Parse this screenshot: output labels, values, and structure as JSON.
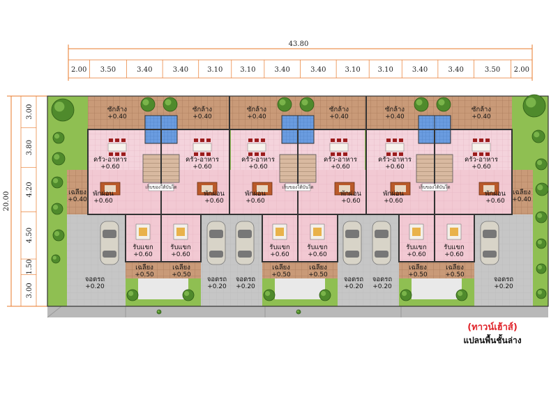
{
  "dimensions": {
    "total_width": "43.80",
    "total_depth": "20.00",
    "horizontal_segments": [
      "2.00",
      "3.50",
      "3.40",
      "3.40",
      "3.10",
      "3.10",
      "3.40",
      "3.40",
      "3.10",
      "3.10",
      "3.40",
      "3.40",
      "3.50",
      "2.00"
    ],
    "vertical_segments": [
      "3.00",
      "3.80",
      "4.20",
      "4.50",
      "1.50",
      "3.00"
    ]
  },
  "rooms": {
    "laundry": {
      "name": "ซักล้าง",
      "level": "+0.40"
    },
    "kitchen_dining": {
      "name": "ครัว-อาหาร",
      "level": "+0.60"
    },
    "living": {
      "name": "พักผ่อน",
      "level": "+0.60"
    },
    "reception": {
      "name": "รับแขก",
      "level": "+0.60"
    },
    "terrace": {
      "name": "เฉลียง",
      "level": "+0.50"
    },
    "side_terrace": {
      "name": "เฉลียง",
      "level": "+0.40"
    },
    "parking": {
      "name": "จอดรถ",
      "level": "+0.20"
    },
    "stair_note": "เก็บของใต้บันได"
  },
  "caption": {
    "title": "(ทาวน์เฮ้าส์)",
    "subtitle": "แปลนพื้นชั้นล่าง"
  },
  "colors": {
    "floor_pink": "#f2c9d3",
    "terrace_tile": "#c99a78",
    "parking_grey": "#c8c8c8",
    "lawn_green": "#8fbf52",
    "bathroom_blue": "#5b8fd6",
    "dimension_orange": "#e8792a",
    "caption_red": "#e0242a"
  }
}
